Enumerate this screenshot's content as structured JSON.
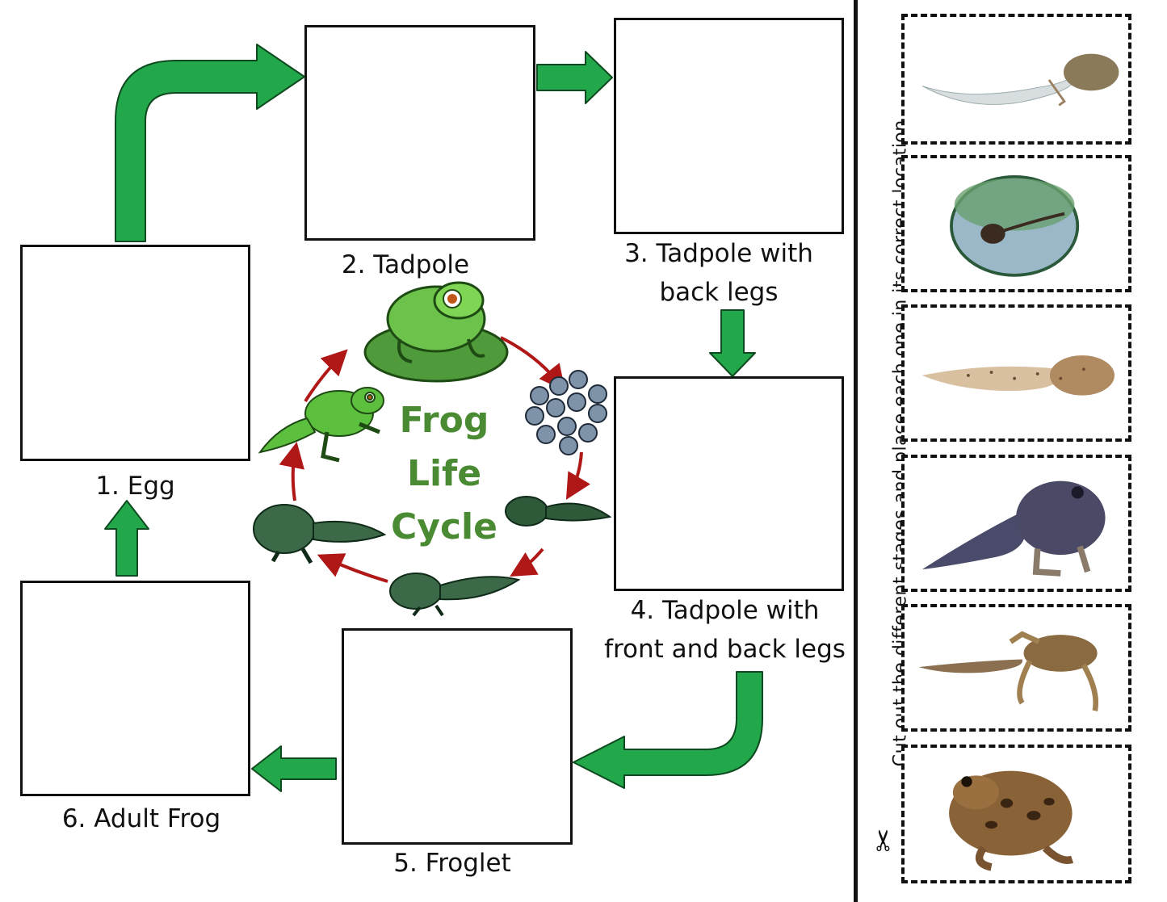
{
  "stages": [
    {
      "id": "egg",
      "label": "1. Egg"
    },
    {
      "id": "tadpole",
      "label": "2. Tadpole"
    },
    {
      "id": "tadpole-back-legs",
      "label_line1": "3. Tadpole with",
      "label_line2": "back legs"
    },
    {
      "id": "tadpole-front-back-legs",
      "label_line1": "4. Tadpole with",
      "label_line2": "front and back legs"
    },
    {
      "id": "froglet",
      "label": "5. Froglet"
    },
    {
      "id": "adult-frog",
      "label": "6. Adult Frog"
    }
  ],
  "cycle_title": {
    "line1": "Frog",
    "line2": "Life",
    "line3": "Cycle"
  },
  "instruction": "Cut out the different stages and place each one in its correct location.",
  "cut_out_cards": [
    "tadpole-photo",
    "egg-with-tadpole-photo",
    "young-tadpole-photo",
    "tadpole-with-legs-photo",
    "froglet-photo",
    "adult-frog-photo"
  ],
  "colors": {
    "arrow": "#22a84a",
    "arrow_stroke": "#0e4a1f",
    "cycle_arrow": "#b01818",
    "title": "#4a8a32"
  }
}
